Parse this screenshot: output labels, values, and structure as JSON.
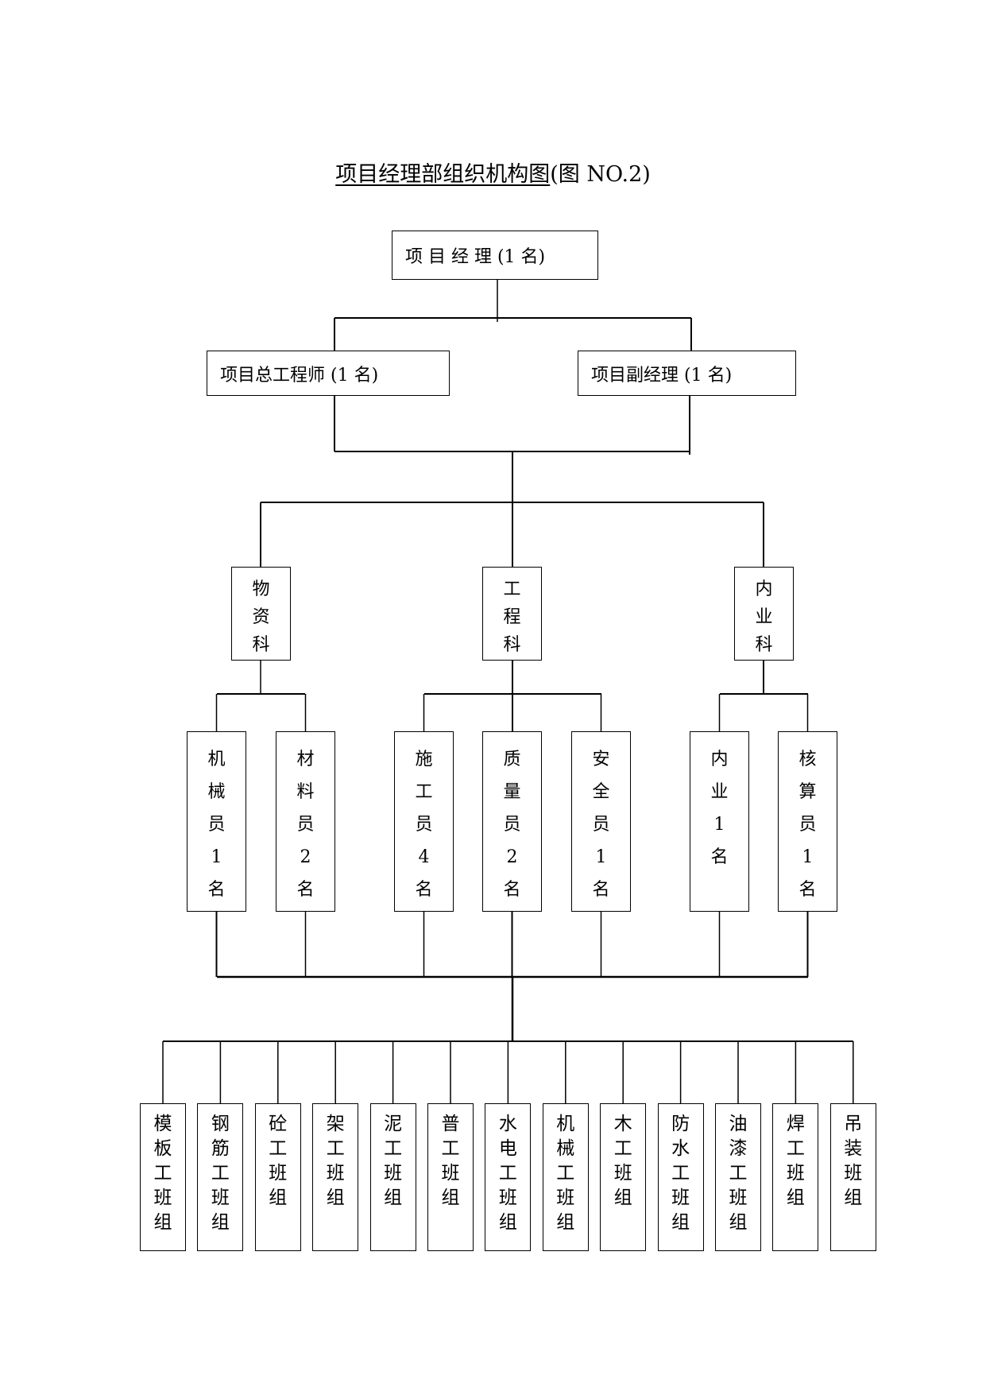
{
  "title": {
    "underlined": "项目经理部组织机构图",
    "rest": "(图 NO.2)"
  },
  "levels": {
    "top": {
      "id": "pm",
      "label": "项 目 经 理 (1 名)"
    },
    "deputies": [
      {
        "id": "chief_engineer",
        "label": "项目总工程师 (1 名)"
      },
      {
        "id": "deputy_manager",
        "label": "项目副经理 (1 名)"
      }
    ],
    "departments": [
      {
        "id": "materials_dept",
        "label": [
          "物",
          "资",
          "科"
        ]
      },
      {
        "id": "engineering_dept",
        "label": [
          "工",
          "程",
          "科"
        ]
      },
      {
        "id": "office_dept",
        "label": [
          "内",
          "业",
          "科"
        ]
      }
    ],
    "staff": [
      {
        "id": "machinery_staff",
        "label": [
          "机",
          "械",
          "员",
          "1",
          "名"
        ],
        "department": "materials_dept"
      },
      {
        "id": "material_staff",
        "label": [
          "材",
          "料",
          "员",
          "2",
          "名"
        ],
        "department": "materials_dept"
      },
      {
        "id": "construction_staff",
        "label": [
          "施",
          "工",
          "员",
          "4",
          "名"
        ],
        "department": "engineering_dept"
      },
      {
        "id": "quality_staff",
        "label": [
          "质",
          "量",
          "员",
          "2",
          "名"
        ],
        "department": "engineering_dept"
      },
      {
        "id": "safety_staff",
        "label": [
          "安",
          "全",
          "员",
          "1",
          "名"
        ],
        "department": "engineering_dept"
      },
      {
        "id": "office_staff",
        "label": [
          "内",
          "业",
          "1",
          "名"
        ],
        "department": "office_dept"
      },
      {
        "id": "accounting_staff",
        "label": [
          "核",
          "算",
          "员",
          "1",
          "名"
        ],
        "department": "office_dept"
      }
    ],
    "crews": [
      {
        "id": "formwork",
        "label": [
          "模",
          "板",
          "工",
          "班",
          "组"
        ]
      },
      {
        "id": "rebar",
        "label": [
          "钢",
          "筋",
          "工",
          "班",
          "组"
        ]
      },
      {
        "id": "concrete",
        "label": [
          "砼",
          "工",
          "班",
          "组"
        ]
      },
      {
        "id": "scaffold",
        "label": [
          "架",
          "工",
          "班",
          "组"
        ]
      },
      {
        "id": "plaster",
        "label": [
          "泥",
          "工",
          "班",
          "组"
        ]
      },
      {
        "id": "general",
        "label": [
          "普",
          "工",
          "班",
          "组"
        ]
      },
      {
        "id": "plumbing_electric",
        "label": [
          "水",
          "电",
          "工",
          "班",
          "组"
        ]
      },
      {
        "id": "machinery",
        "label": [
          "机",
          "械",
          "工",
          "班",
          "组"
        ]
      },
      {
        "id": "carpentry",
        "label": [
          "木",
          "工",
          "班",
          "组"
        ]
      },
      {
        "id": "waterproof",
        "label": [
          "防",
          "水",
          "工",
          "班",
          "组"
        ]
      },
      {
        "id": "painting",
        "label": [
          "油",
          "漆",
          "工",
          "班",
          "组"
        ]
      },
      {
        "id": "welding",
        "label": [
          "焊",
          "工",
          "班",
          "组"
        ]
      },
      {
        "id": "hoisting",
        "label": [
          "吊",
          "装",
          "班",
          "组"
        ]
      }
    ]
  }
}
